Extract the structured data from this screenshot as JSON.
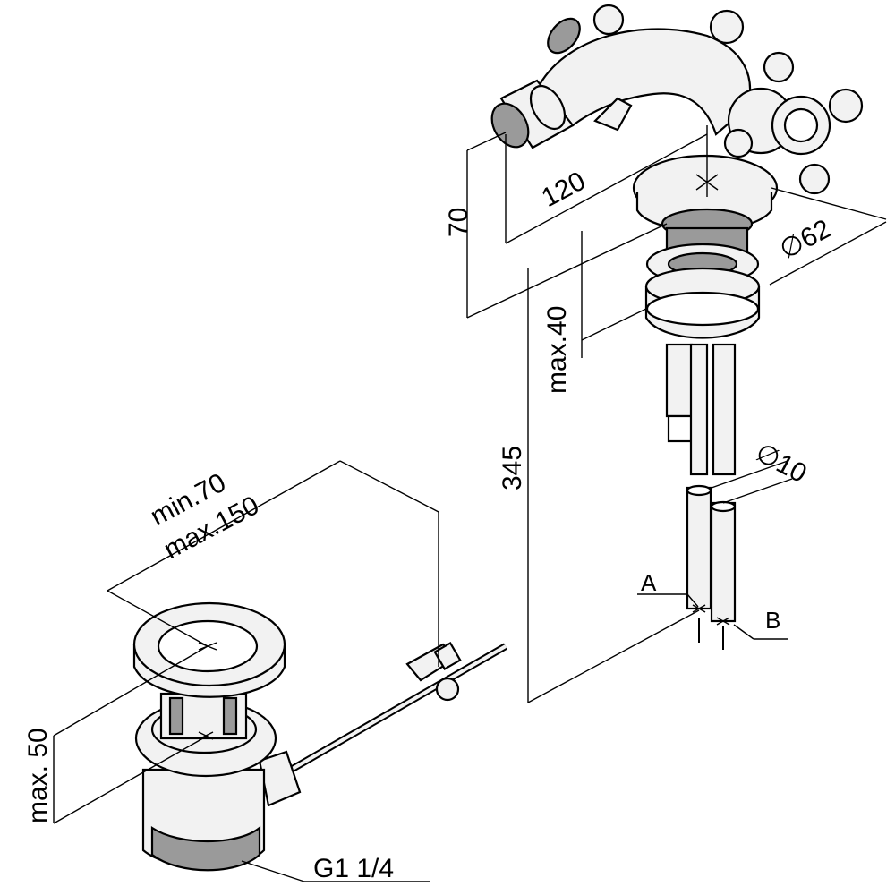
{
  "dimensions": {
    "dim_70": "70",
    "dim_120": "120",
    "dim_dia62": "∅62",
    "dim_max40": "max.40",
    "dim_345": "345",
    "dim_dia10": "∅10",
    "dim_min70": "min.70",
    "dim_max150": "max.150",
    "dim_max50": "max. 50",
    "dim_thread": "G1  1/4"
  },
  "labels": {
    "pipe_a": "A",
    "pipe_b": "B"
  },
  "colors": {
    "line": "#000000",
    "metal_fill": "#f2f2f2",
    "shade_fill": "#9a9a9a"
  }
}
